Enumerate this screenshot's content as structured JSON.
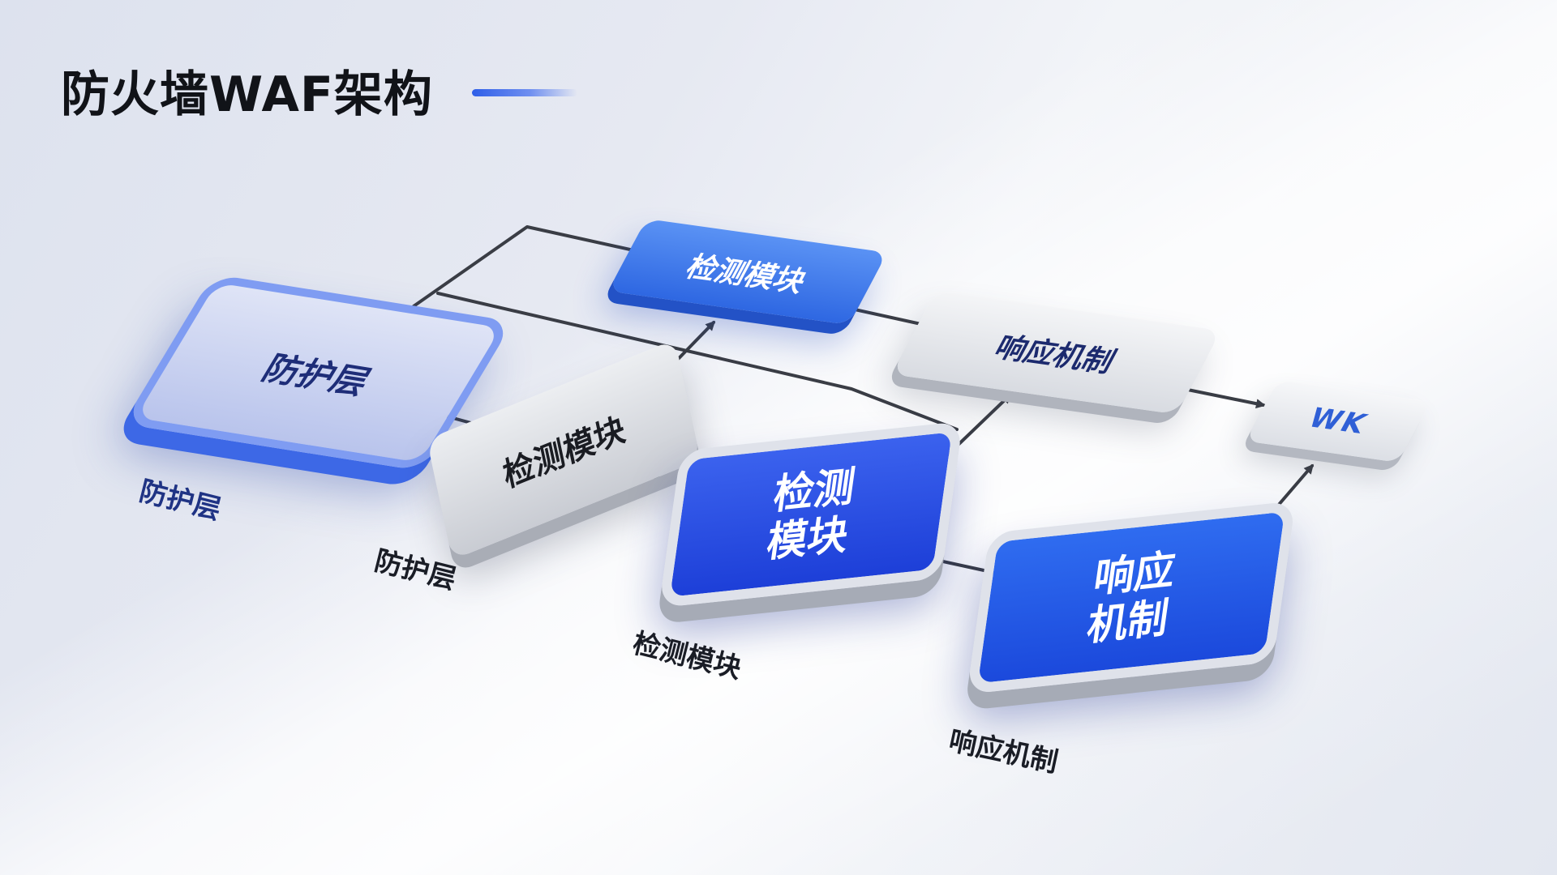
{
  "title": "防火墙WAF架构",
  "nodes": {
    "shield_main": "防护层",
    "detect_top": "检测模块",
    "detect_gray": "检测模块",
    "response_top": "响应机制",
    "wk": "WK",
    "detect_blue_line1": "检测",
    "detect_blue_line2": "模块",
    "response_blue_line1": "响应",
    "response_blue_line2": "机制"
  },
  "captions": {
    "shield_main": "防护层",
    "detect_gray": "防护层",
    "detect_blue": "检测模块",
    "response_blue": "响应机制"
  },
  "colors": {
    "accent": "#2f5fe8",
    "connector": "#3a3d45"
  }
}
